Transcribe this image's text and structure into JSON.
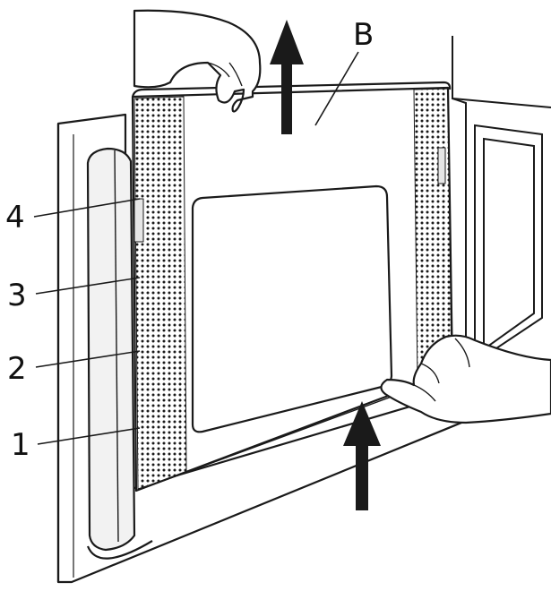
{
  "labels": {
    "part_1": "1",
    "part_2": "2",
    "part_3": "3",
    "part_4": "4",
    "part_B": "B"
  },
  "colors": {
    "line": "#1a1a1a",
    "shade": "#e6e6e6",
    "panel": "#ffffff",
    "perforation": "#1a1a1a"
  },
  "icons": {
    "arrow_up": "arrow-up-icon"
  }
}
